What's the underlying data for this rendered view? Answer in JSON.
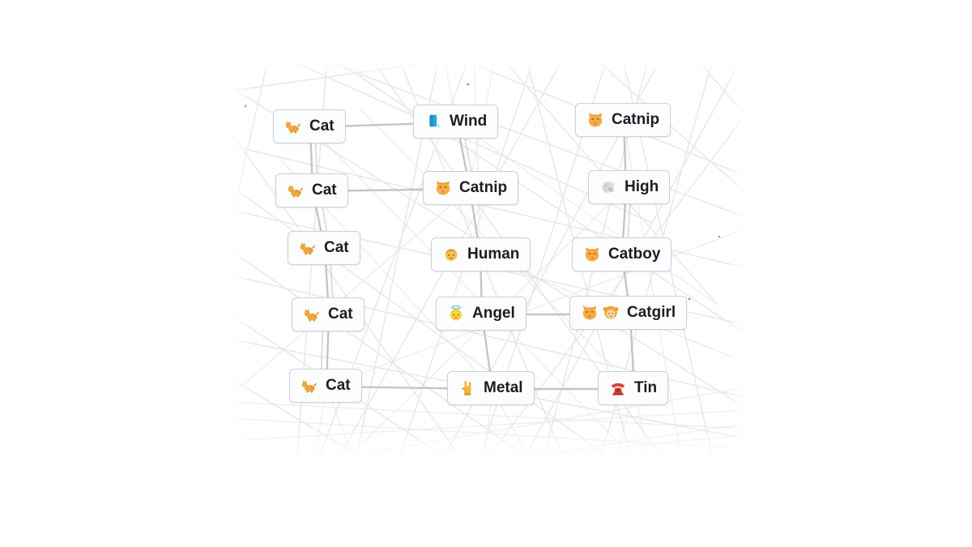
{
  "game": {
    "view": "crafting-lineage-graph",
    "tiles": [
      {
        "label": "Cat",
        "emoji": "🐈",
        "icon": "cat-icon",
        "row": 1,
        "col": 1
      },
      {
        "label": "Wind",
        "emoji": "🌬️",
        "icon": "wind-icon",
        "row": 1,
        "col": 2
      },
      {
        "label": "Catnip",
        "emoji": "😺",
        "icon": "cat-face-icon",
        "row": 1,
        "col": 3
      },
      {
        "label": "Cat",
        "emoji": "🐈",
        "icon": "cat-icon",
        "row": 2,
        "col": 1
      },
      {
        "label": "Catnip",
        "emoji": "😺",
        "icon": "cat-face-icon",
        "row": 2,
        "col": 2
      },
      {
        "label": "High",
        "emoji": "💨",
        "icon": "smoke-icon",
        "row": 2,
        "col": 3
      },
      {
        "label": "Cat",
        "emoji": "🐈",
        "icon": "cat-icon",
        "row": 3,
        "col": 1
      },
      {
        "label": "Human",
        "emoji": "🧑",
        "icon": "human-icon",
        "row": 3,
        "col": 2
      },
      {
        "label": "Catboy",
        "emoji": "😺",
        "icon": "cat-face-icon",
        "row": 3,
        "col": 3
      },
      {
        "label": "Cat",
        "emoji": "🐈",
        "icon": "cat-icon",
        "row": 4,
        "col": 1
      },
      {
        "label": "Angel",
        "emoji": "👼",
        "icon": "angel-icon",
        "row": 4,
        "col": 2
      },
      {
        "label": "Catgirl",
        "emoji": "😺👧",
        "icon": "cat-face-icon,girl-icon",
        "row": 4,
        "col": 3
      },
      {
        "label": "Cat",
        "emoji": "🐈",
        "icon": "cat-icon",
        "row": 5,
        "col": 1
      },
      {
        "label": "Metal",
        "emoji": "🤘",
        "icon": "metal-hand-icon",
        "row": 5,
        "col": 2
      },
      {
        "label": "Tin",
        "emoji": "☎️",
        "icon": "telephone-icon",
        "row": 5,
        "col": 3
      }
    ],
    "edges": [
      [
        0,
        3
      ],
      [
        3,
        6
      ],
      [
        6,
        9
      ],
      [
        9,
        12
      ],
      [
        1,
        4
      ],
      [
        4,
        7
      ],
      [
        7,
        10
      ],
      [
        10,
        13
      ],
      [
        2,
        5
      ],
      [
        5,
        8
      ],
      [
        8,
        11
      ],
      [
        11,
        14
      ],
      [
        0,
        1
      ],
      [
        3,
        4
      ],
      [
        10,
        11
      ],
      [
        12,
        13
      ],
      [
        13,
        14
      ]
    ]
  },
  "colors": {
    "page_background": "#ffffff",
    "tile_background": "#fcfdfe",
    "tile_border": "#c9d1dc",
    "tile_text": "#1a1d21",
    "connection_line": "#b9bcbe",
    "faint_line": "#d6d8da"
  }
}
